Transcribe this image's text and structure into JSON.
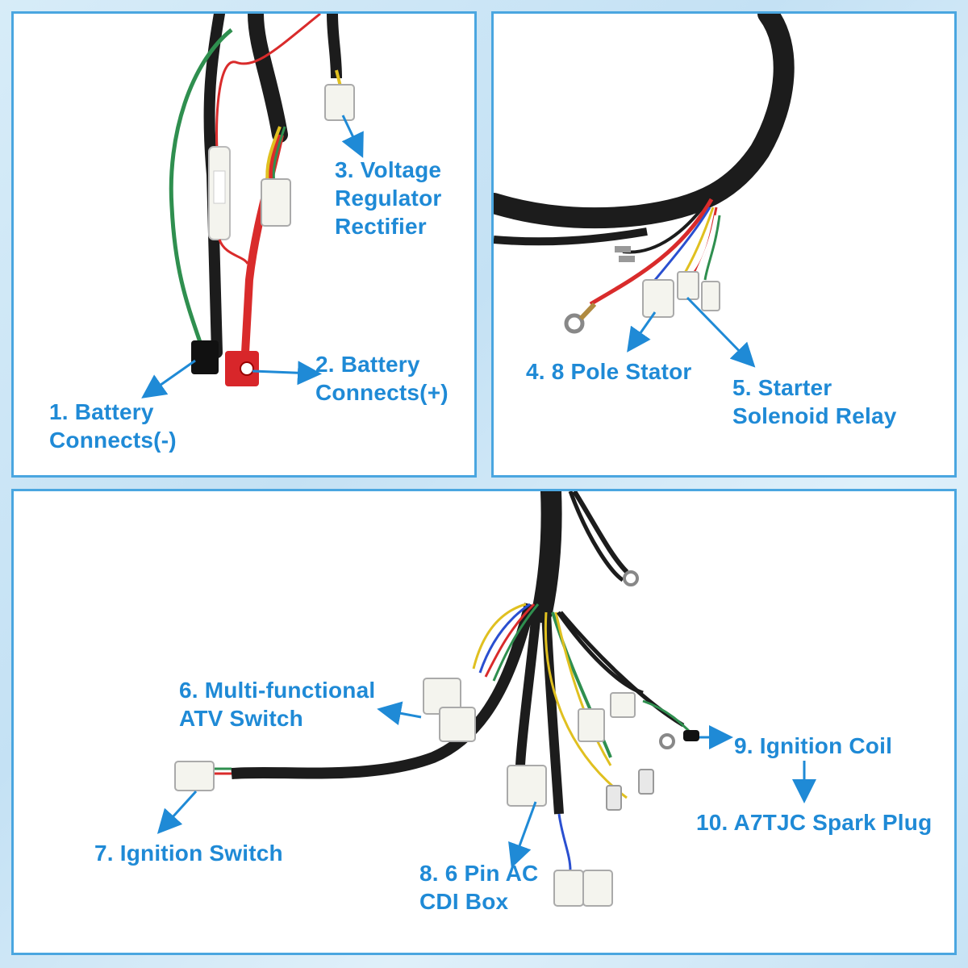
{
  "colors": {
    "accent": "#1f8ad6",
    "panel_border": "#4aa6e0",
    "harness": "#1c1c1c",
    "wire_red": "#d92b2b",
    "wire_green": "#2f8f4f",
    "wire_yellow": "#e0c020",
    "wire_blue": "#2a4fd0",
    "connector": "#f4f4ee",
    "terminal_black": "#111111",
    "terminal_red": "#d8262a"
  },
  "panels": {
    "top_left": {
      "labels": [
        {
          "line1": "1. Battery",
          "line2": "Connects(-)"
        },
        {
          "line1": "2. Battery",
          "line2": "Connects(+)"
        },
        {
          "line1": "3. Voltage",
          "line2": "Regulator",
          "line3": "Rectifier"
        }
      ]
    },
    "top_right": {
      "labels": [
        {
          "line1": "4. 8 Pole Stator"
        },
        {
          "line1": "5. Starter",
          "line2": "Solenoid Relay"
        }
      ]
    },
    "bottom": {
      "labels": [
        {
          "line1": "6. Multi-functional",
          "line2": "ATV Switch"
        },
        {
          "line1": "7. Ignition Switch"
        },
        {
          "line1": "8. 6 Pin AC",
          "line2": "CDI Box"
        },
        {
          "line1": "9. Ignition Coil"
        },
        {
          "line1": "10. A7TJC Spark Plug"
        }
      ]
    }
  }
}
